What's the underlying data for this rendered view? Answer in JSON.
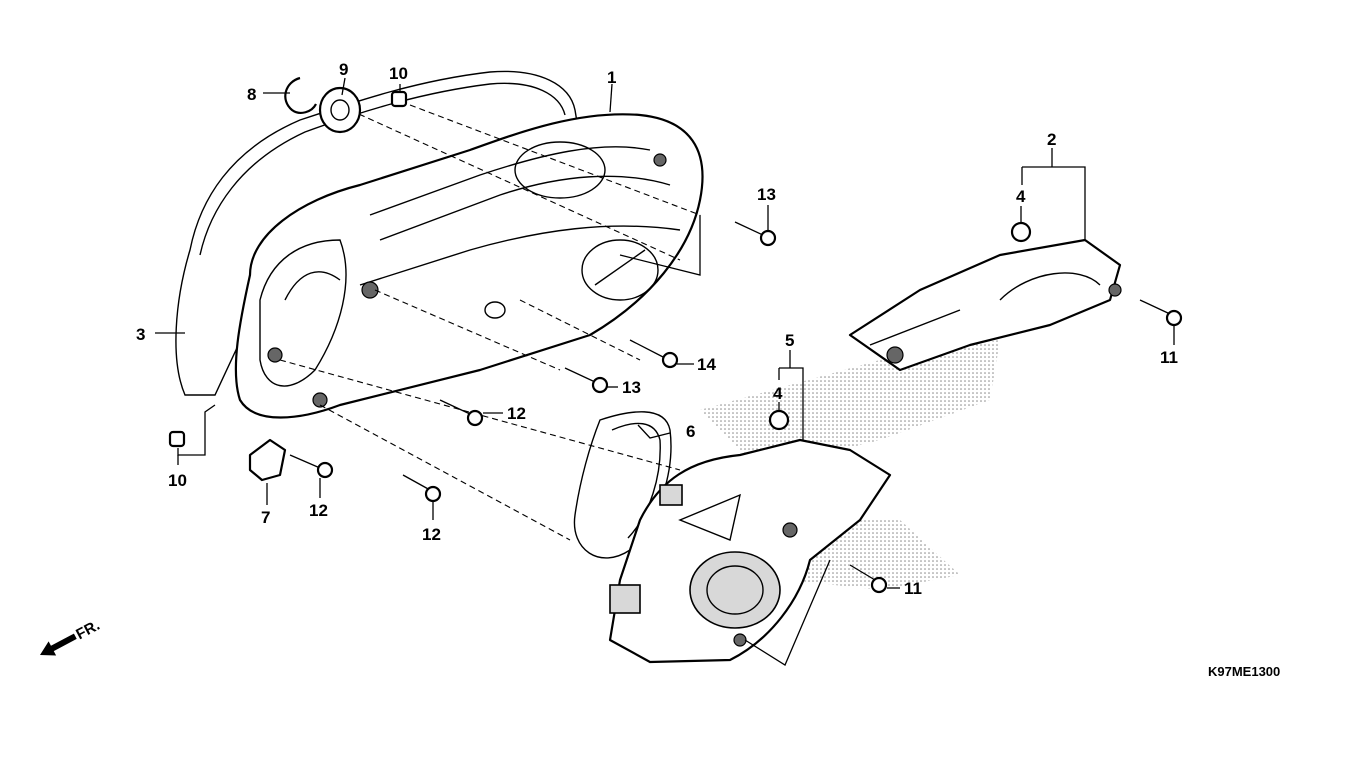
{
  "callouts": {
    "c1": "1",
    "c2": "2",
    "c3": "3",
    "c4a": "4",
    "c4b": "4",
    "c5": "5",
    "c6": "6",
    "c7": "7",
    "c8": "8",
    "c9": "9",
    "c10a": "10",
    "c10b": "10",
    "c11a": "11",
    "c11b": "11",
    "c12a": "12",
    "c12b": "12",
    "c12c": "12",
    "c13a": "13",
    "c13b": "13",
    "c14": "14"
  },
  "diagram_code": "K97ME1300",
  "front_marker": "FR."
}
